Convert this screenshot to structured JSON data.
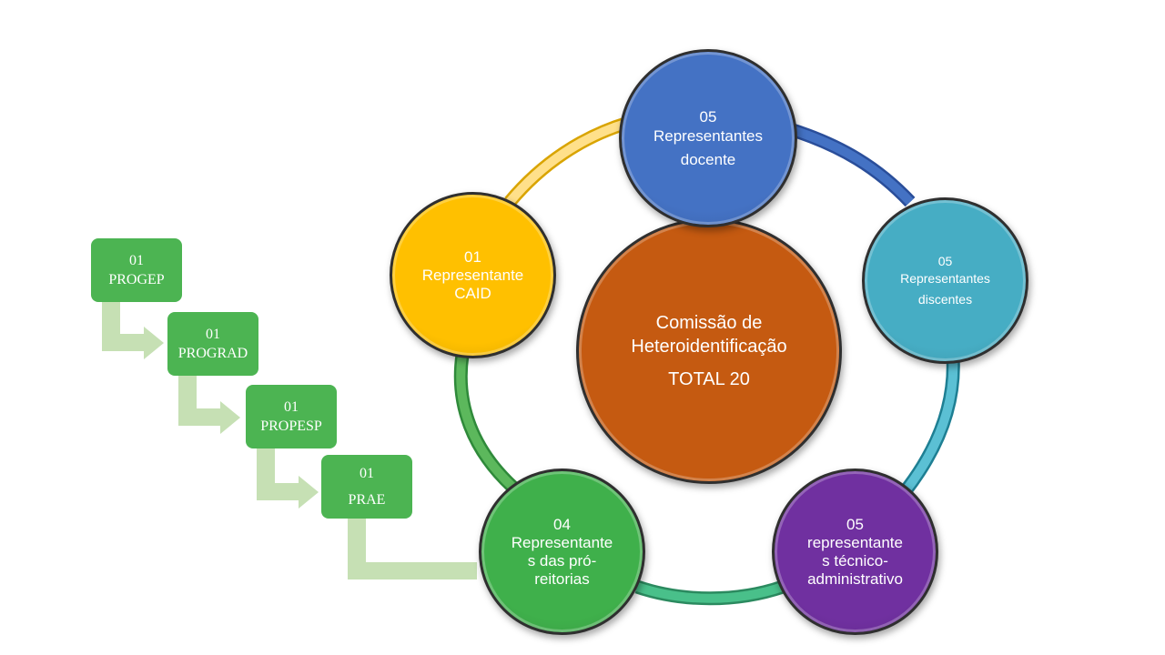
{
  "center": {
    "line1": "Comissão de",
    "line2": "Heteroidentificação",
    "total": "TOTAL 20"
  },
  "nodes": {
    "docente": {
      "lines": [
        "05",
        "Representantes",
        "docente"
      ],
      "color": "#4472c4"
    },
    "discentes": {
      "lines": [
        "05",
        "Representantes",
        "discentes"
      ],
      "color": "#46adc4"
    },
    "tecnico": {
      "lines": [
        "05",
        "representante",
        "s técnico-",
        "administrativo"
      ],
      "color": "#7030a0"
    },
    "pro": {
      "lines": [
        "04",
        "Representante",
        "s das pró-",
        "reitorias"
      ],
      "color": "#3fb04b"
    },
    "caid": {
      "lines": [
        "01",
        "Representante",
        "CAID"
      ],
      "color": "#ffc000"
    }
  },
  "center_color": "#c55a11",
  "boxes": [
    {
      "line1": "01",
      "line2": "PROGEP"
    },
    {
      "line1": "01",
      "line2": "PROGRAD"
    },
    {
      "line1": "01",
      "line2": "PROPESP"
    },
    {
      "line1": "01",
      "line2": "PRAE"
    }
  ],
  "colors": {
    "box": "#4cb452",
    "connector": "#c6e0b4",
    "ring_blue": "#4472c4",
    "ring_teal": "#46adc4",
    "ring_green": "#3daa7a",
    "ring_lightgreen": "#5cb85c",
    "ring_yellow": "#ffd966"
  }
}
